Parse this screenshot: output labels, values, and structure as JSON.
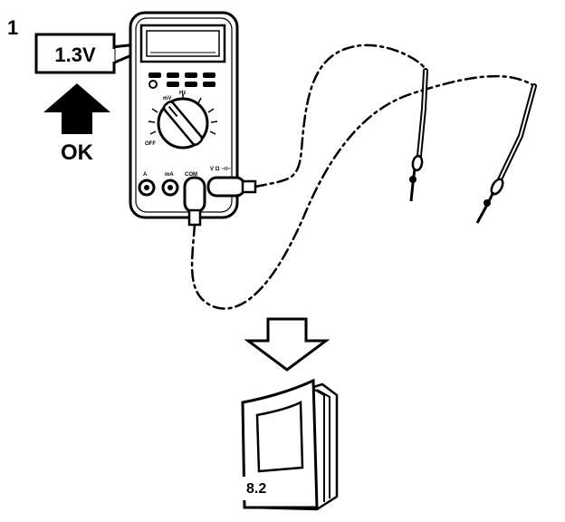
{
  "figure": {
    "step_number": "1",
    "reading_callout": "1.3V",
    "status_text": "OK",
    "manual_reference": "8.2"
  },
  "meter_labels": {
    "a": "A",
    "ma": "mA",
    "com": "COM",
    "v_ohm": "V Ω ⊣⊢",
    "mv": "mV",
    "off": "OFF",
    "hz": "Hz"
  }
}
